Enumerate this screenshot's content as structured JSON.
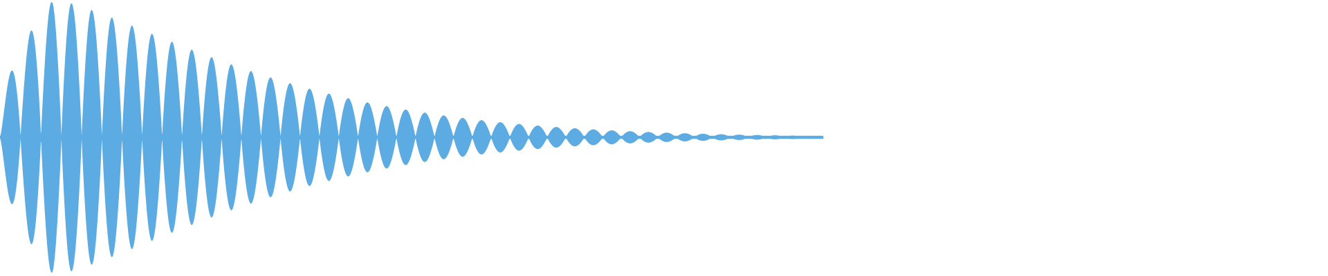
{
  "waveform": {
    "color": "#5DABE3",
    "background": "#FFFFFF",
    "description_visible_text": "",
    "shape": {
      "cycles": 40,
      "peak_position_fraction": 0.065,
      "attack_start_amplitude": 0.05,
      "max_amplitude_fraction": 1.0,
      "end_amplitude_fraction": 0.01,
      "end_position_fraction": 0.62,
      "decay_curve": "exponential"
    }
  }
}
